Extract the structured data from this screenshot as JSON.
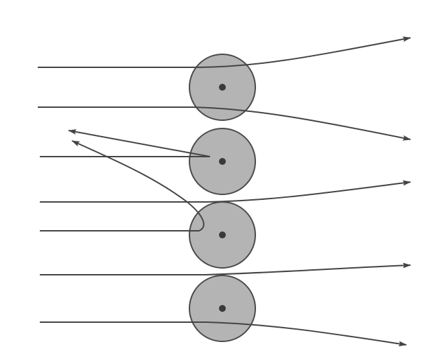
{
  "diagram": {
    "description_visible_text": "",
    "colors": {
      "background": "#ffffff",
      "sphere_fill": "#b4b4b4",
      "sphere_stroke": "#4a4a4a",
      "nucleus": "#3a3a3a",
      "trajectory": "#444444"
    },
    "spheres": [
      {
        "id": "sphere-1",
        "has_nucleus": true
      },
      {
        "id": "sphere-2",
        "has_nucleus": true
      },
      {
        "id": "sphere-3",
        "has_nucleus": true
      },
      {
        "id": "sphere-4",
        "has_nucleus": true
      }
    ],
    "trajectories": [
      {
        "id": "path-1",
        "kind": "deflected-up"
      },
      {
        "id": "path-2",
        "kind": "deflected-down"
      },
      {
        "id": "path-3",
        "kind": "backscattered"
      },
      {
        "id": "path-4",
        "kind": "deflected-up"
      },
      {
        "id": "path-5",
        "kind": "backscattered"
      },
      {
        "id": "path-6",
        "kind": "slightly-deflected"
      },
      {
        "id": "path-7",
        "kind": "deflected-down"
      }
    ]
  }
}
